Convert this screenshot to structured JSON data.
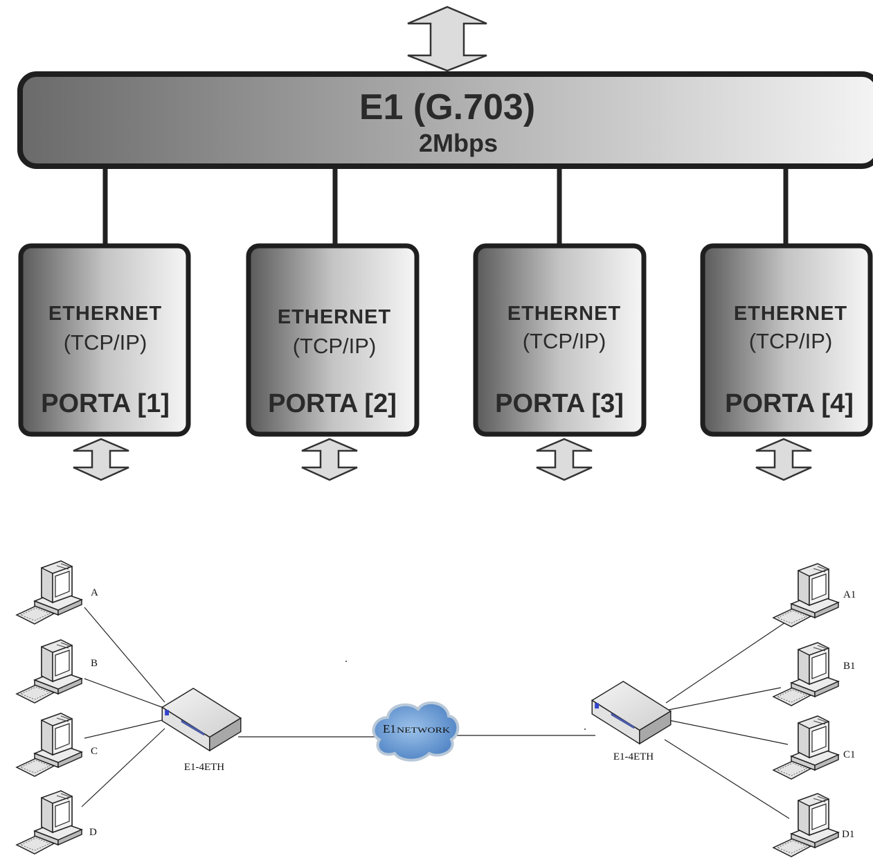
{
  "bus": {
    "title": "E1 (G.703)",
    "subtitle": "2Mbps"
  },
  "ports": [
    {
      "line1": "ETHERNET",
      "line2": "(TCP/IP)",
      "line3": "PORTA [1]"
    },
    {
      "line1": "ETHERNET",
      "line2": "(TCP/IP)",
      "line3": "PORTA [2]"
    },
    {
      "line1": "ETHERNET",
      "line2": "(TCP/IP)",
      "line3": "PORTA [3]"
    },
    {
      "line1": "ETHERNET",
      "line2": "(TCP/IP)",
      "line3": "PORTA [4]"
    }
  ],
  "network": {
    "left_computers": [
      "A",
      "B",
      "C",
      "D"
    ],
    "right_computers": [
      "A1",
      "B1",
      "C1",
      "D1"
    ],
    "left_device": "E1-4ETH",
    "right_device": "E1-4ETH",
    "cloud": {
      "big": "E1",
      "small": "NETWORK"
    }
  },
  "colors": {
    "outline": "#222222",
    "box_dark": "#5a5a5a",
    "box_light": "#f2f2f2",
    "arrow_fill": "#dcdcdc",
    "cloud": "#6fa0d6"
  }
}
